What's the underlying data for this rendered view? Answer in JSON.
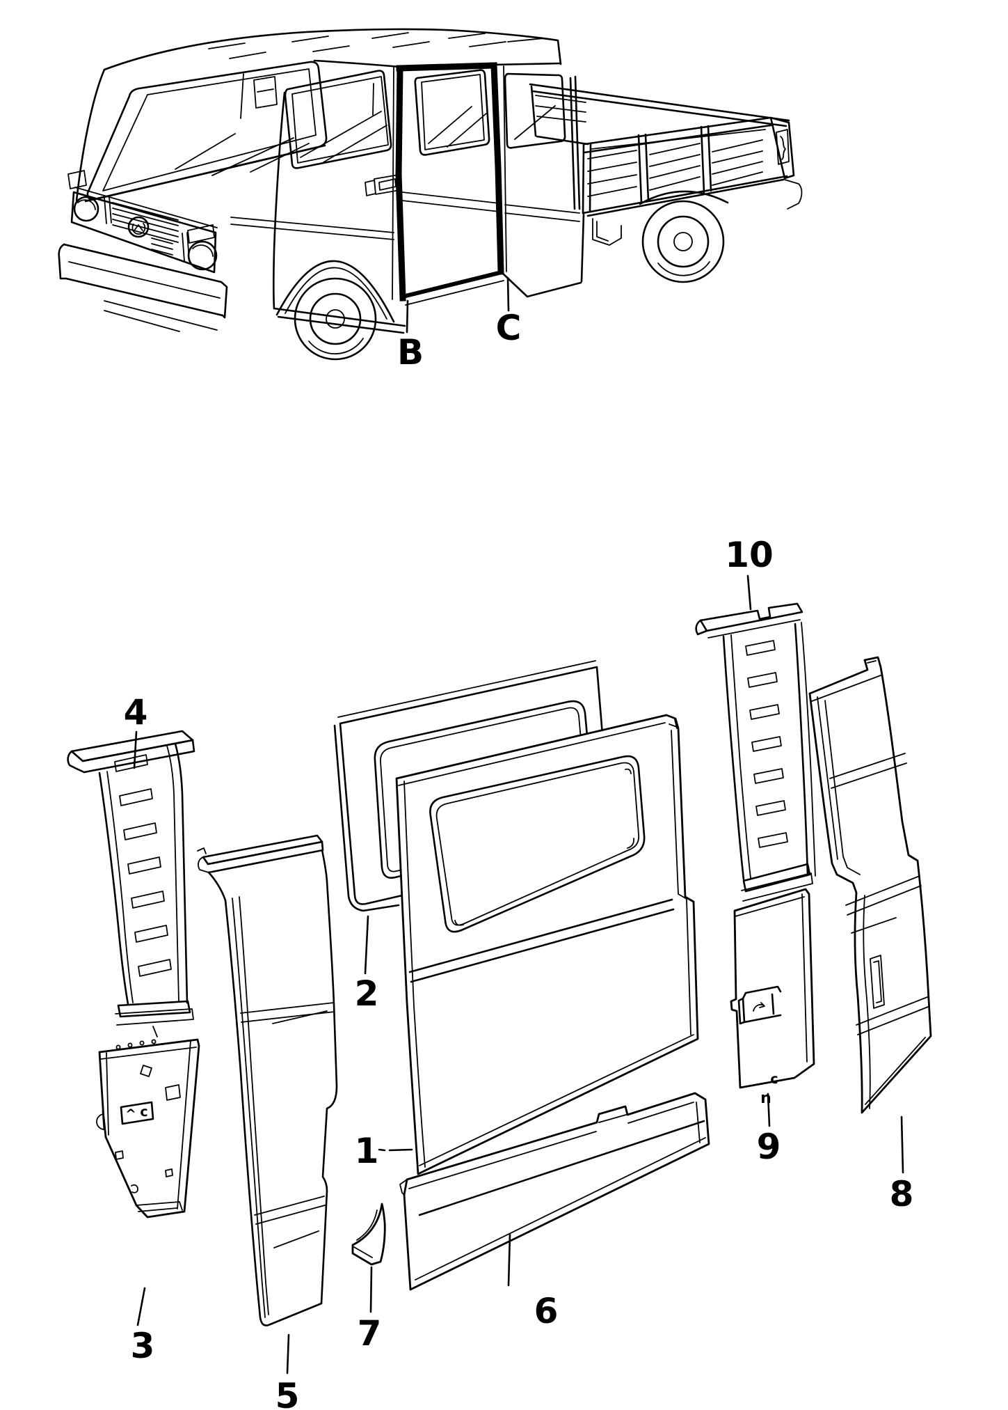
{
  "figure": {
    "background": "#ffffff",
    "ink": "#000000",
    "description_hidden": ""
  },
  "vehicle_callouts": {
    "b_pillar": "B",
    "c_pillar": "C"
  },
  "part_callouts": {
    "p1": "1",
    "p2": "2",
    "p3": "3",
    "p4": "4",
    "p5": "5",
    "p6": "6",
    "p7": "7",
    "p8": "8",
    "p9": "9",
    "p10": "10"
  },
  "panel_marks": {
    "part3_mark_left": "^",
    "part3_mark_right": "c",
    "part9_mark_upper": "c",
    "part9_mark_lower": "n"
  }
}
